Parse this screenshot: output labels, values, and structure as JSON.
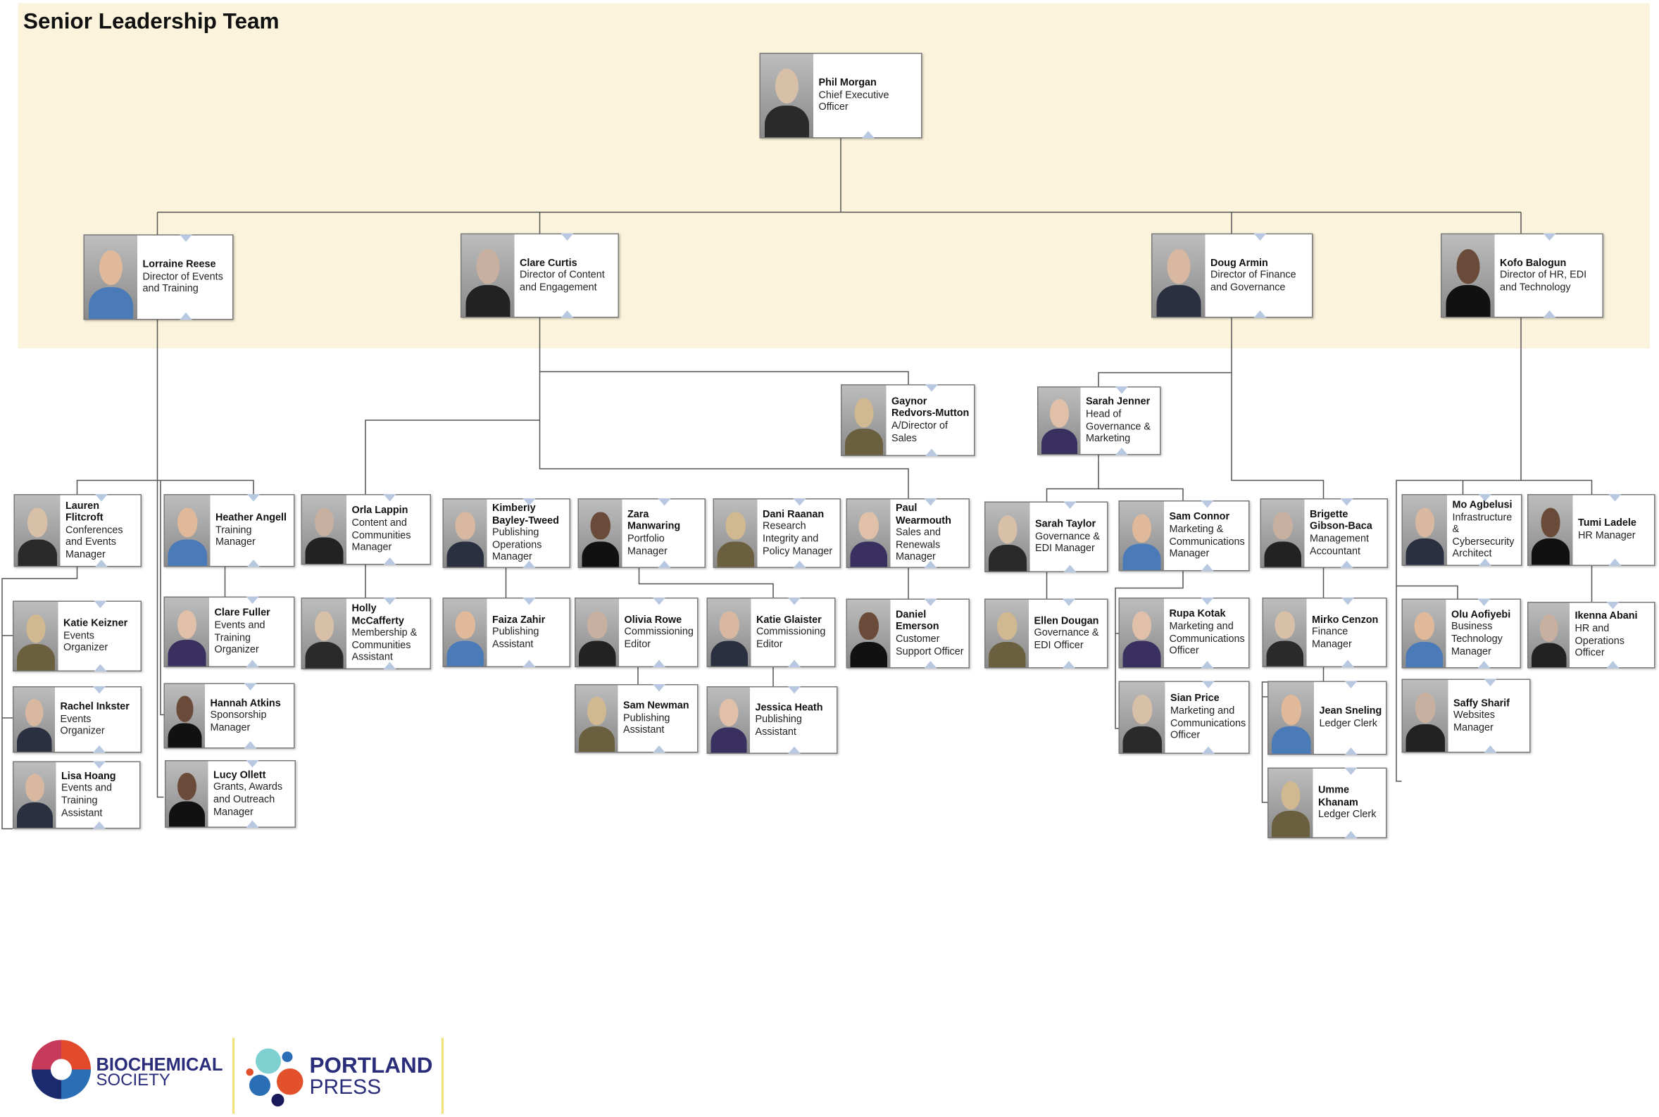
{
  "header": {
    "title": "Senior Leadership Team"
  },
  "colors": {
    "band": "#fbf3dc",
    "accent": "#f1e27a"
  },
  "people": [
    {
      "name": "Phil Morgan",
      "title": "Chief Executive Officer"
    },
    {
      "name": "Lorraine Reese",
      "title": "Director of Events and Training"
    },
    {
      "name": "Clare Curtis",
      "title": "Director of Content and Engagement"
    },
    {
      "name": "Doug Armin",
      "title": "Director of Finance and Governance"
    },
    {
      "name": "Kofo Balogun",
      "title": "Director of HR, EDI and Technology"
    },
    {
      "name": "Gaynor Redvors-Mutton",
      "title": "A/Director of Sales"
    },
    {
      "name": "Sarah Jenner",
      "title": "Head of Governance & Marketing"
    },
    {
      "name": "Lauren Flitcroft",
      "title": "Conferences and Events Manager"
    },
    {
      "name": "Heather Angell",
      "title": "Training Manager"
    },
    {
      "name": "Orla Lappin",
      "title": "Content and Communities Manager"
    },
    {
      "name": "Kimberly Bayley-Tweed",
      "title": "Publishing Operations Manager"
    },
    {
      "name": "Zara Manwaring",
      "title": "Portfolio Manager"
    },
    {
      "name": "Dani Raanan",
      "title": "Research Integrity and Policy Manager"
    },
    {
      "name": "Paul Wearmouth",
      "title": "Sales and Renewals Manager"
    },
    {
      "name": "Sarah Taylor",
      "title": "Governance & EDI Manager"
    },
    {
      "name": "Sam Connor",
      "title": "Marketing & Communications Manager"
    },
    {
      "name": "Brigette Gibson-Baca",
      "title": "Management Accountant"
    },
    {
      "name": "Mo Agbelusi",
      "title": "Infrastructure & Cybersecurity Architect"
    },
    {
      "name": "Tumi Ladele",
      "title": "HR Manager"
    },
    {
      "name": "Katie Keizner",
      "title": "Events Organizer"
    },
    {
      "name": "Clare Fuller",
      "title": "Events and Training Organizer"
    },
    {
      "name": "Holly McCafferty",
      "title": "Membership & Communities Assistant"
    },
    {
      "name": "Faiza Zahir",
      "title": "Publishing Assistant"
    },
    {
      "name": "Olivia Rowe",
      "title": "Commissioning Editor"
    },
    {
      "name": "Katie Glaister",
      "title": "Commissioning Editor"
    },
    {
      "name": "Daniel Emerson",
      "title": "Customer Support Officer"
    },
    {
      "name": "Ellen Dougan",
      "title": "Governance & EDI Officer"
    },
    {
      "name": "Rupa Kotak",
      "title": "Marketing and Communications Officer"
    },
    {
      "name": "Mirko Cenzon",
      "title": "Finance Manager"
    },
    {
      "name": "Olu Aofiyebi",
      "title": "Business Technology Manager"
    },
    {
      "name": "Ikenna Abani",
      "title": "HR and Operations Officer"
    },
    {
      "name": "Rachel Inkster",
      "title": "Events Organizer"
    },
    {
      "name": "Hannah Atkins",
      "title": "Sponsorship Manager"
    },
    {
      "name": "Sam Newman",
      "title": "Publishing Assistant"
    },
    {
      "name": "Jessica Heath",
      "title": "Publishing Assistant"
    },
    {
      "name": "Sian Price",
      "title": "Marketing and Communications Officer"
    },
    {
      "name": "Jean Sneling",
      "title": "Ledger Clerk"
    },
    {
      "name": "Saffy Sharif",
      "title": "Websites Manager"
    },
    {
      "name": "Lisa Hoang",
      "title": "Events and Training Assistant"
    },
    {
      "name": "Lucy Ollett",
      "title": "Grants, Awards and Outreach Manager"
    },
    {
      "name": "Umme Khanam",
      "title": "Ledger Clerk"
    }
  ],
  "logos": {
    "bs_line1": "BIOCHEMICAL",
    "bs_line2": "SOCIETY",
    "pp_line1": "PORTLAND",
    "pp_line2": "PRESS"
  }
}
